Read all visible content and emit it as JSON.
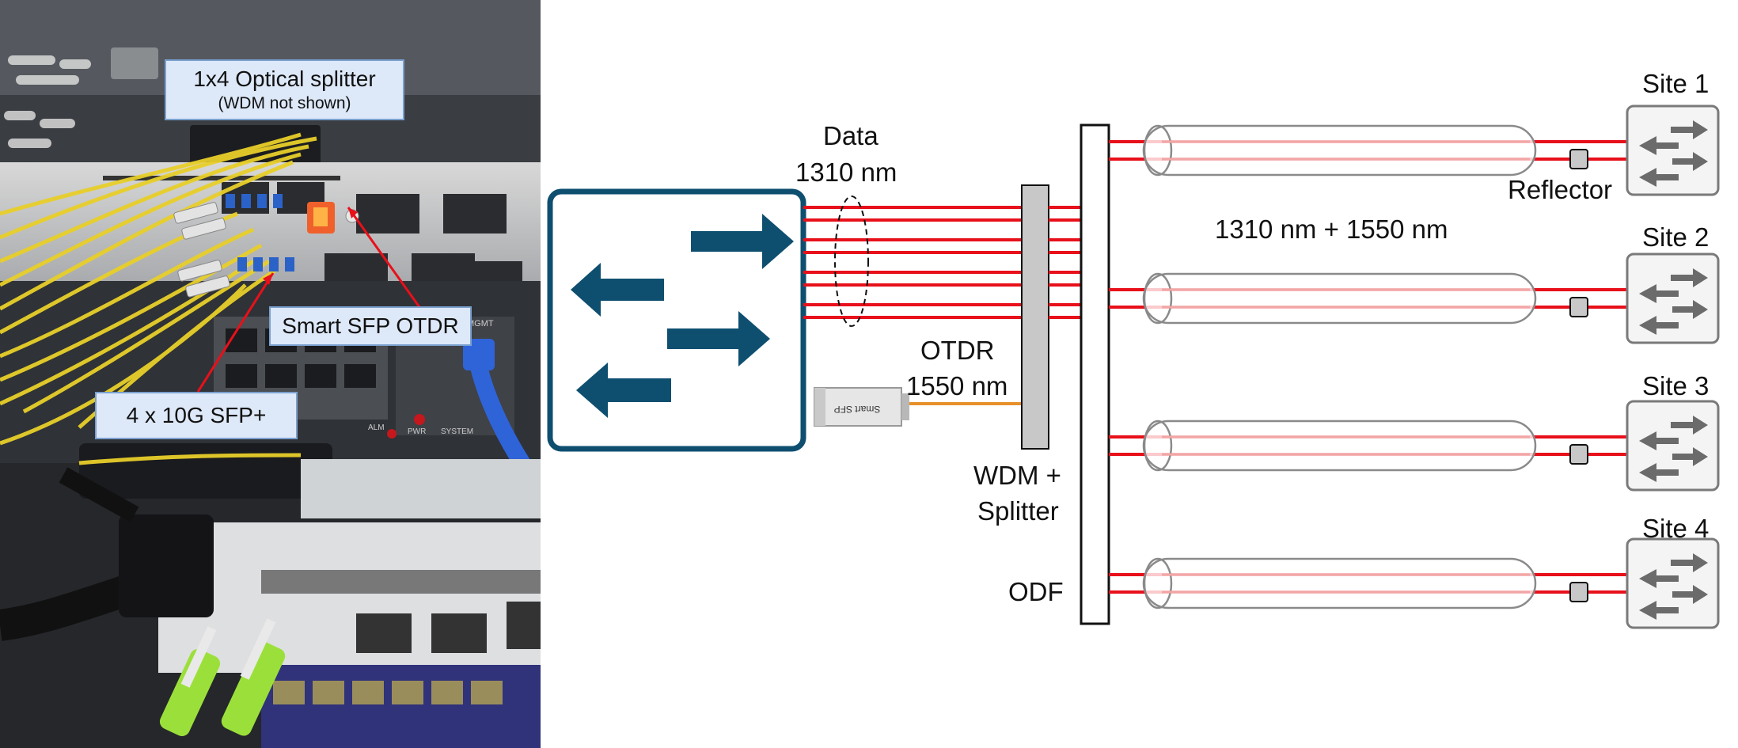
{
  "photo_callouts": {
    "splitter_title": "1x4 Optical splitter",
    "splitter_note": "(WDM not shown)",
    "smart_sfp_otdr": "Smart SFP OTDR",
    "sfp_plus": "4 x 10G SFP+"
  },
  "photo_port_labels": {
    "mgmt": "MGMT",
    "alm": "ALM",
    "pwr": "PWR",
    "system": "SYSTEM"
  },
  "diagram": {
    "data_label": "Data",
    "data_wavelength": "1310 nm",
    "otdr_label": "OTDR",
    "otdr_wavelength": "1550 nm",
    "combined_wavelengths": "1310 nm + 1550 nm",
    "wdm_splitter_line1": "WDM +",
    "wdm_splitter_line2": "Splitter",
    "odf_label": "ODF",
    "reflector_label": "Reflector",
    "sfp_module_label": "Smart SFP",
    "sites": [
      {
        "name": "Site 1"
      },
      {
        "name": "Site 2"
      },
      {
        "name": "Site 3"
      },
      {
        "name": "Site 4"
      }
    ]
  },
  "colors": {
    "fiber_red": "#e8101a",
    "fiber_core_pink": "#f2a6a6",
    "otdr_orange": "#e8902a",
    "switch_blue": "#0e4f70",
    "callout_fill": "#dde8f8",
    "callout_border": "#7aa0cf"
  },
  "icons": {
    "switch": "bidirectional-arrows-switch-icon",
    "site": "site-switch-icon",
    "reflector": "reflector-square-icon"
  }
}
